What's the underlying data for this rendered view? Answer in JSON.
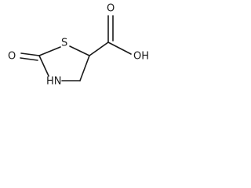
{
  "molecule": {
    "atoms": {
      "sulfur": "S",
      "nitrogen_h": "HN",
      "carbonyl_oxygen": "O",
      "acid_carbonyl_oxygen": "O",
      "hydroxyl": "OH"
    }
  },
  "colors": {
    "ink": "#1a1a1a",
    "background": "#ffffff"
  }
}
